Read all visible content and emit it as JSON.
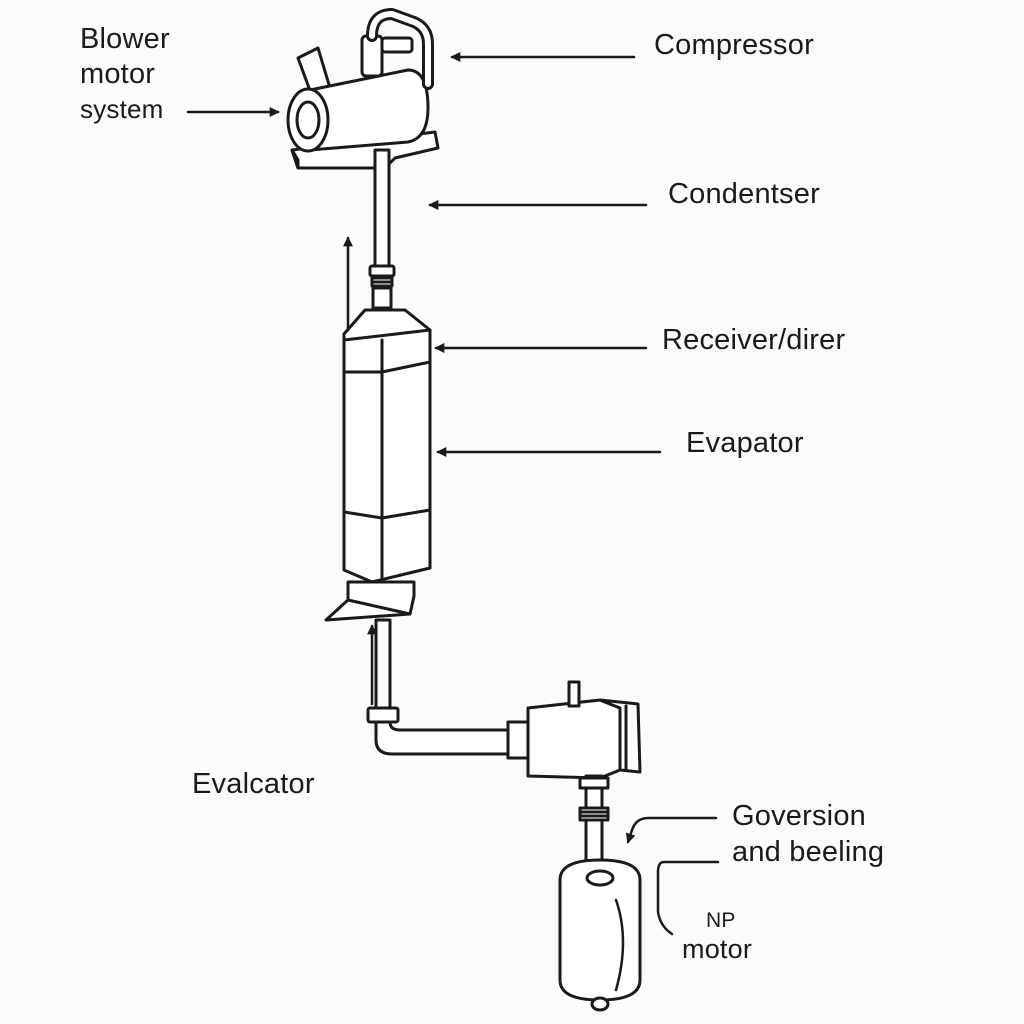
{
  "labels": {
    "blower_line1": "Blower",
    "blower_line2": "motor",
    "blower_line3": "system",
    "compressor": "Compressor",
    "condenser": "Condentser",
    "receiver_drier": "Receiver/direr",
    "evaporator": "Evapator",
    "evalcator": "Evalcator",
    "goversion_line1": "Goversion",
    "goversion_line2": "and beeling",
    "np_motor_line1": "NP",
    "np_motor_line2": "motor"
  },
  "colors": {
    "ink": "#1a1a1a",
    "background": "#fbfbfb",
    "fill": "#ffffff"
  }
}
